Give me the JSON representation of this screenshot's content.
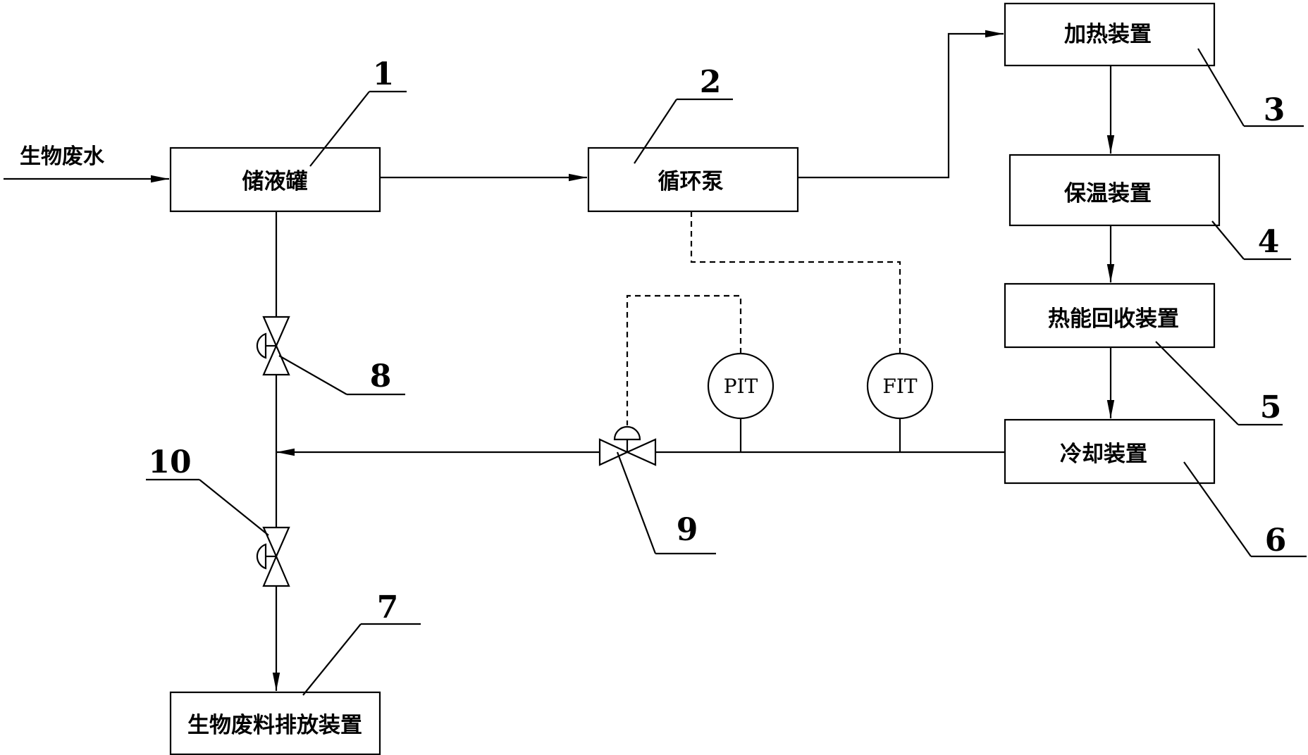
{
  "input": {
    "label": "生物废水"
  },
  "boxes": {
    "storage_tank": "储液罐",
    "circulation_pump": "循环泵",
    "heating_device": "加热装置",
    "insulation_device": "保温装置",
    "heat_recovery_device": "热能回收装置",
    "cooling_device": "冷却装置",
    "discharge_device": "生物废料排放装置"
  },
  "instruments": {
    "pressure": "PIT",
    "flow": "FIT"
  },
  "callouts": {
    "n1": "1",
    "n2": "2",
    "n3": "3",
    "n4": "4",
    "n5": "5",
    "n6": "6",
    "n7": "7",
    "n8": "8",
    "n9": "9",
    "n10": "10"
  }
}
